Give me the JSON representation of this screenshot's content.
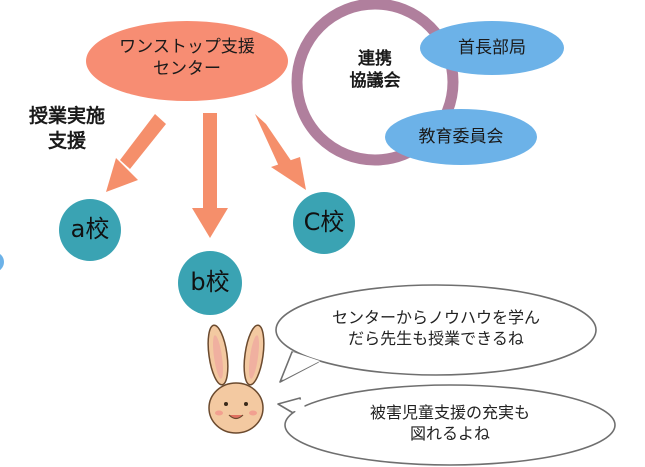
{
  "center": {
    "line1": "ワンストップ支援",
    "line2": "センター"
  },
  "council": {
    "line1": "連携",
    "line2": "協議会"
  },
  "mayor_office": "首長部局",
  "education_board": "教育委員会",
  "class_support": {
    "line1": "授業実施",
    "line2": "支援"
  },
  "schools": {
    "a": "a校",
    "b": "b校",
    "c": "C校"
  },
  "speech1": {
    "line1": "センターからノウハウを学ん",
    "line2": "だら先生も授業できるね"
  },
  "speech2": {
    "line1": "被害児童支援の充実も",
    "line2": "図れるよね"
  },
  "colors": {
    "center_fill": "#f78d73",
    "arrow": "#f58f6b",
    "school_fill": "#3aa3b3",
    "blue_node": "#6cb2e8",
    "ring": "#b07f9d"
  }
}
